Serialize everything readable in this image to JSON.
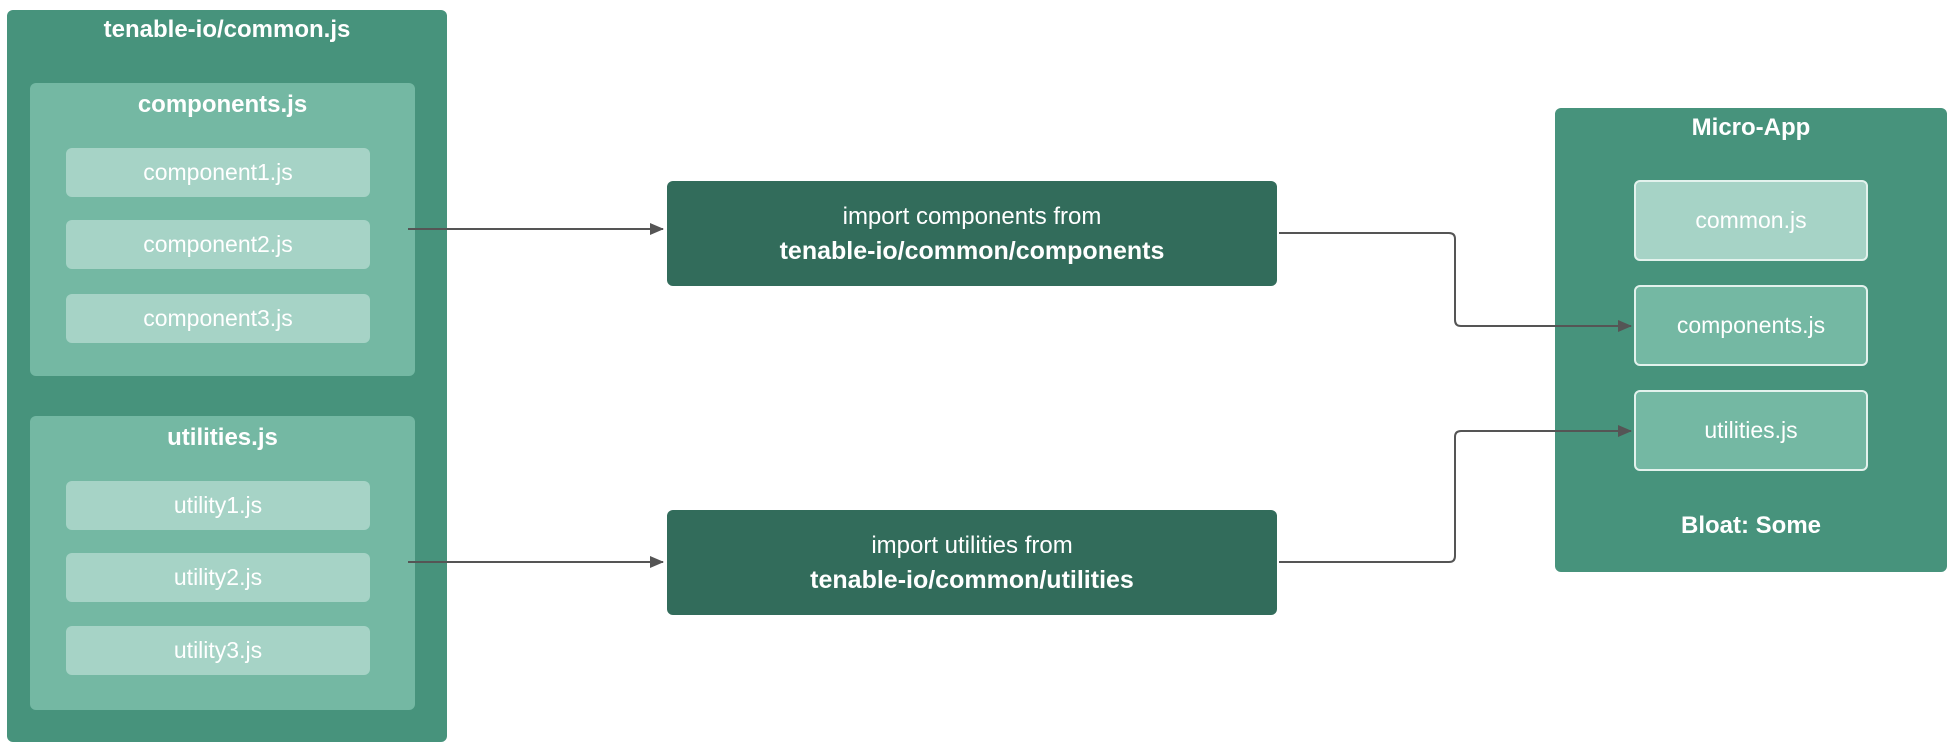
{
  "common": {
    "title": "tenable-io/common.js",
    "components": {
      "title": "components.js",
      "items": [
        "component1.js",
        "component2.js",
        "component3.js"
      ]
    },
    "utilities": {
      "title": "utilities.js",
      "items": [
        "utility1.js",
        "utility2.js",
        "utility3.js"
      ]
    }
  },
  "imports": {
    "components": {
      "line1": "import components from",
      "line2": "tenable-io/common/components"
    },
    "utilities": {
      "line1": "import utilities from",
      "line2": "tenable-io/common/utilities"
    }
  },
  "micro_app": {
    "title": "Micro-App",
    "items": [
      "common.js",
      "components.js",
      "utilities.js"
    ],
    "bloat": "Bloat: Some"
  },
  "colors": {
    "outer": "#47937c",
    "group": "#74b8a3",
    "item": "#a6d3c6",
    "import_box": "#326c5b",
    "arrow": "#555555"
  }
}
